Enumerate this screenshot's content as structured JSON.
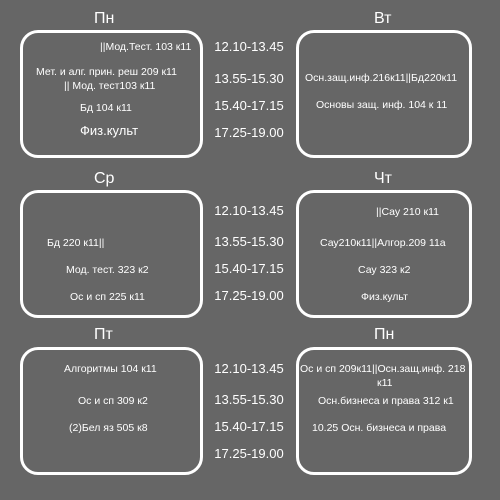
{
  "days": {
    "mon": "Пн",
    "tue": "Вт",
    "wed": "Ср",
    "thu": "Чт",
    "fri": "Пт",
    "sat": "Пн"
  },
  "times": [
    "12.10-13.45",
    "13.55-15.30",
    "15.40-17.15",
    "17.25-19.00"
  ],
  "mon": [
    "||Мод.Тест. 103 к11",
    "Мет. и алг. прин. реш 209 к11",
    "|| Мод. тест103 к11",
    "Бд 104 к11",
    "Физ.культ"
  ],
  "tue": [
    "Осн.защ.инф.216к11||Бд220к11",
    "Основы защ. инф. 104 к 11"
  ],
  "wed": [
    "Бд 220 к11||",
    "Мод. тест. 323 к2",
    "Ос и сп 225 к11"
  ],
  "thu": [
    "||Сау 210 к11",
    "Сау210к11||Алгор.209 11а",
    "Сау 323 к2",
    "Физ.культ"
  ],
  "fri": [
    "Алгоритмы 104 к11",
    "Ос и сп 309 к2",
    "(2)Бел яз 505 к8"
  ],
  "sat": [
    "Ос и сп 209к11||Осн.защ.инф. 218",
    "к11",
    "Осн.бизнеса и права 312 к1",
    "10.25 Осн. бизнеса и права"
  ]
}
